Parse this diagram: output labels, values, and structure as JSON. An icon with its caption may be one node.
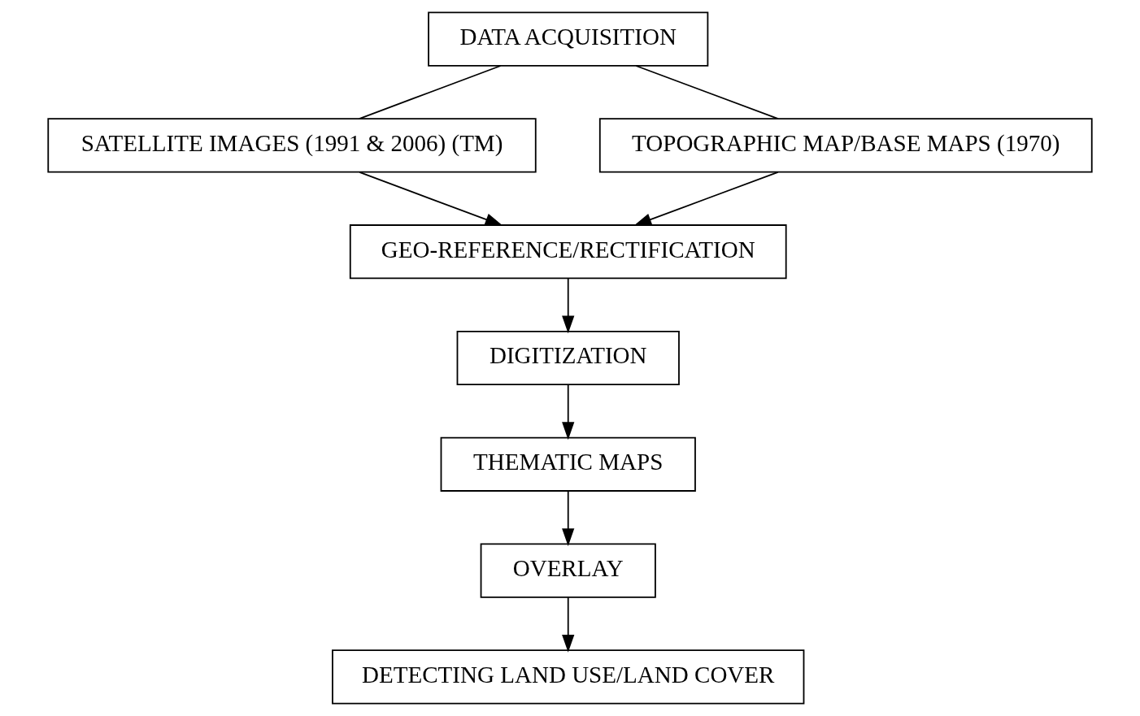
{
  "diagram": {
    "nodes": [
      {
        "text": [
          "DATA ACQUISITION"
        ]
      },
      {
        "text": [
          "SATELLITE IMAGES (1991 & 2006) (TM)"
        ]
      },
      {
        "text": [
          "TOPOGRAPHIC MAP/BASE MAPS (1970)"
        ]
      },
      {
        "text": [
          "GEO-REFERENCE/RECTIFICATION"
        ]
      },
      {
        "text": [
          "DIGITIZATION"
        ]
      },
      {
        "text": [
          "THEMATIC MAPS"
        ]
      },
      {
        "text": [
          "OVERLAY"
        ]
      },
      {
        "text": [
          "DETECTING LAND USE/LAND COVER"
        ]
      }
    ],
    "edges": [
      {
        "from": 0,
        "to": 1,
        "arrow": "none"
      },
      {
        "from": 0,
        "to": 2,
        "arrow": "none"
      },
      {
        "from": 1,
        "to": 3,
        "arrow": "to"
      },
      {
        "from": 2,
        "to": 3,
        "arrow": "to"
      },
      {
        "from": 3,
        "to": 4,
        "arrow": "to"
      },
      {
        "from": 4,
        "to": 5,
        "arrow": "to"
      },
      {
        "from": 5,
        "to": 6,
        "arrow": "to"
      },
      {
        "from": 6,
        "to": 7,
        "arrow": "to"
      }
    ]
  }
}
